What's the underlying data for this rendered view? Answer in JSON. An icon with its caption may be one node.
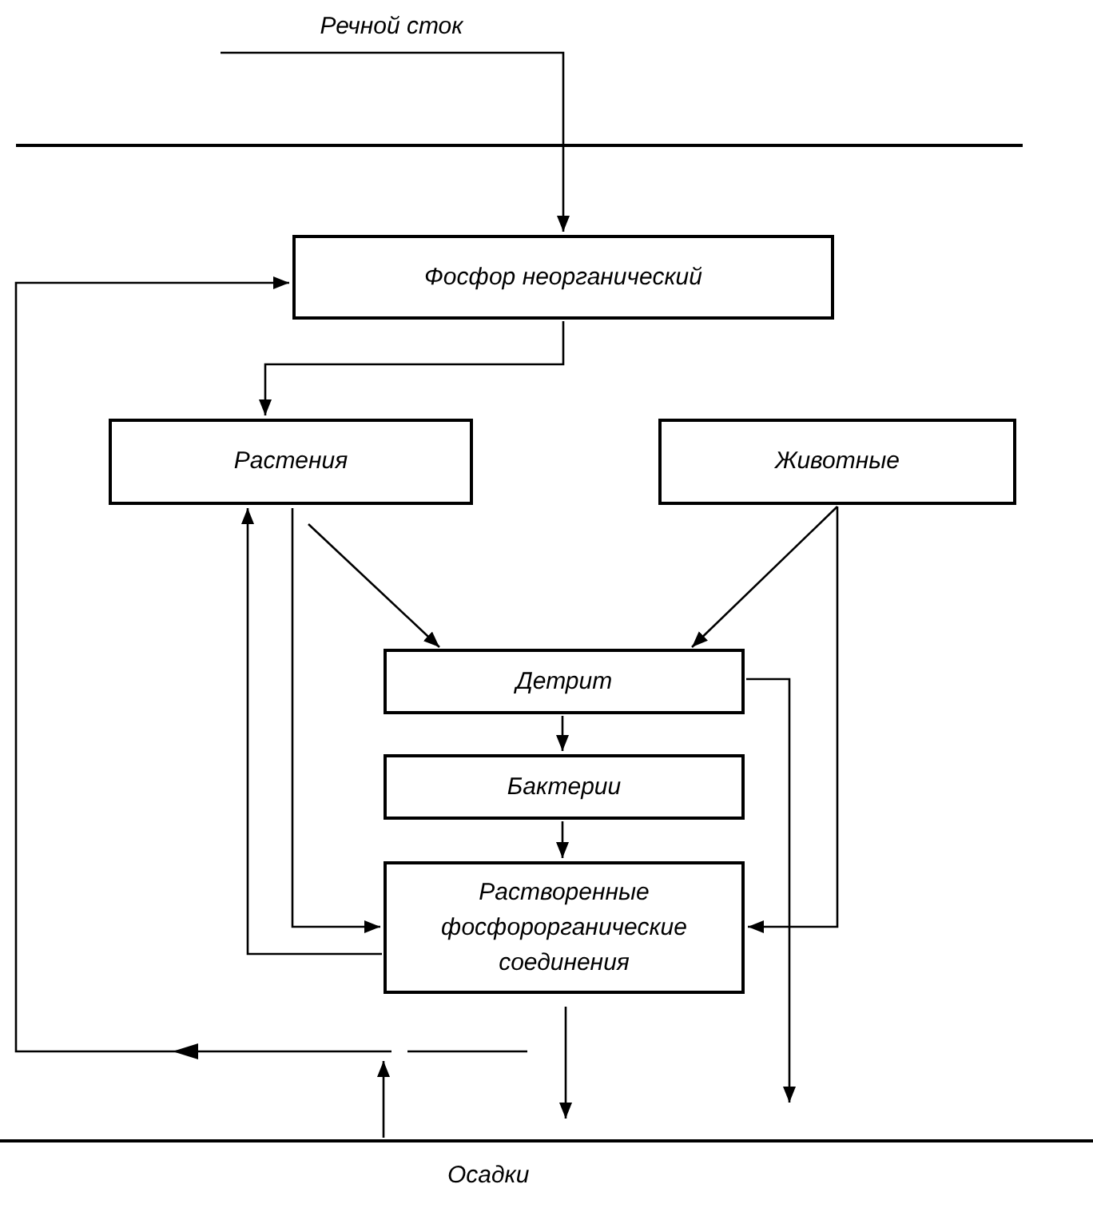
{
  "diagram": {
    "nodes": [
      {
        "text": [
          "Речной сток"
        ]
      },
      {
        "text": [
          "Фосфор неорганический"
        ]
      },
      {
        "text": [
          "Растения"
        ]
      },
      {
        "text": [
          "Животные"
        ]
      },
      {
        "text": [
          "Детрит"
        ]
      },
      {
        "text": [
          "Бактерии"
        ]
      },
      {
        "text": [
          "Растворенные фосфорорганические соединения"
        ]
      },
      {
        "text": [
          "Осадки"
        ]
      }
    ],
    "edges": [
      {
        "from": 0,
        "to": 1,
        "arrow": "to"
      },
      {
        "from": 1,
        "to": 2,
        "arrow": "to"
      },
      {
        "from": 2,
        "to": 6,
        "arrow": "to"
      },
      {
        "from": 6,
        "to": 2,
        "arrow": "to"
      },
      {
        "from": 2,
        "to": 4,
        "arrow": "to"
      },
      {
        "from": 3,
        "to": 4,
        "arrow": "to"
      },
      {
        "from": 3,
        "to": 6,
        "arrow": "to"
      },
      {
        "from": 4,
        "to": 5,
        "arrow": "to"
      },
      {
        "from": 5,
        "to": 6,
        "arrow": "to"
      },
      {
        "from": 4,
        "to": 7,
        "arrow": "to"
      },
      {
        "from": 6,
        "to": 7,
        "arrow": "to"
      },
      {
        "from": 7,
        "to": null,
        "arrow": "to"
      },
      {
        "from": null,
        "to": 1,
        "arrow": "to"
      }
    ]
  }
}
